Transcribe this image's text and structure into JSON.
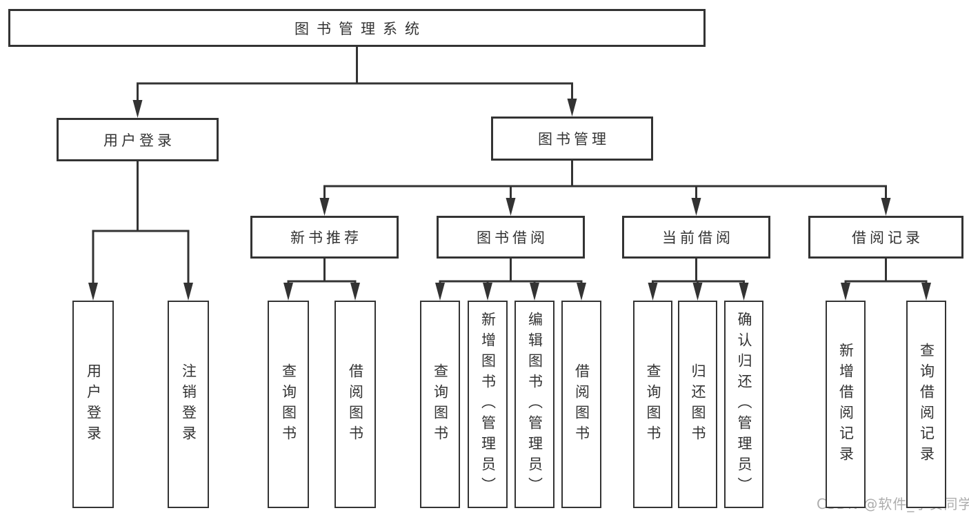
{
  "diagram": {
    "type": "org-tree",
    "title": "图书管理系统",
    "colors": {
      "background": "#ffffff",
      "line": "#333333",
      "text": "#333333",
      "box_fill": "#ffffff",
      "watermark": "#adadad"
    },
    "watermark": {
      "text": "CSDN @软件_小贺同学"
    },
    "nodes": [
      {
        "id": "root",
        "label": "图书管理系统",
        "parent": null,
        "orientation": "horizontal"
      },
      {
        "id": "login",
        "label": "用户登录",
        "parent": "root",
        "orientation": "horizontal"
      },
      {
        "id": "book-mgmt",
        "label": "图书管理",
        "parent": "root",
        "orientation": "horizontal"
      },
      {
        "id": "new-book-recommend",
        "label": "新书推荐",
        "parent": "book-mgmt",
        "orientation": "horizontal"
      },
      {
        "id": "book-borrow",
        "label": "图书借阅",
        "parent": "book-mgmt",
        "orientation": "horizontal"
      },
      {
        "id": "current-borrow",
        "label": "当前借阅",
        "parent": "book-mgmt",
        "orientation": "horizontal"
      },
      {
        "id": "borrow-records",
        "label": "借阅记录",
        "parent": "book-mgmt",
        "orientation": "horizontal"
      },
      {
        "id": "user-login",
        "label": "用户登录",
        "parent": "login",
        "orientation": "vertical"
      },
      {
        "id": "logout",
        "label": "注销登录",
        "parent": "login",
        "orientation": "vertical"
      },
      {
        "id": "query-book-1",
        "label": "查询图书",
        "parent": "new-book-recommend",
        "orientation": "vertical"
      },
      {
        "id": "borrow-book-1",
        "label": "借阅图书",
        "parent": "new-book-recommend",
        "orientation": "vertical"
      },
      {
        "id": "query-book-2",
        "label": "查询图书",
        "parent": "book-borrow",
        "orientation": "vertical"
      },
      {
        "id": "add-book-admin",
        "label": "新增图书（管理员）",
        "parent": "book-borrow",
        "orientation": "vertical"
      },
      {
        "id": "edit-book-admin",
        "label": "编辑图书（管理员）",
        "parent": "book-borrow",
        "orientation": "vertical"
      },
      {
        "id": "borrow-book-2",
        "label": "借阅图书",
        "parent": "book-borrow",
        "orientation": "vertical"
      },
      {
        "id": "query-book-3",
        "label": "查询图书",
        "parent": "current-borrow",
        "orientation": "vertical"
      },
      {
        "id": "return-book",
        "label": "归还图书",
        "parent": "current-borrow",
        "orientation": "vertical"
      },
      {
        "id": "confirm-return-admin",
        "label": "确认归还（管理员）",
        "parent": "current-borrow",
        "orientation": "vertical"
      },
      {
        "id": "add-borrow-record",
        "label": "新增借阅记录",
        "parent": "borrow-records",
        "orientation": "vertical"
      },
      {
        "id": "query-borrow-record",
        "label": "查询借阅记录",
        "parent": "borrow-records",
        "orientation": "vertical"
      }
    ]
  }
}
